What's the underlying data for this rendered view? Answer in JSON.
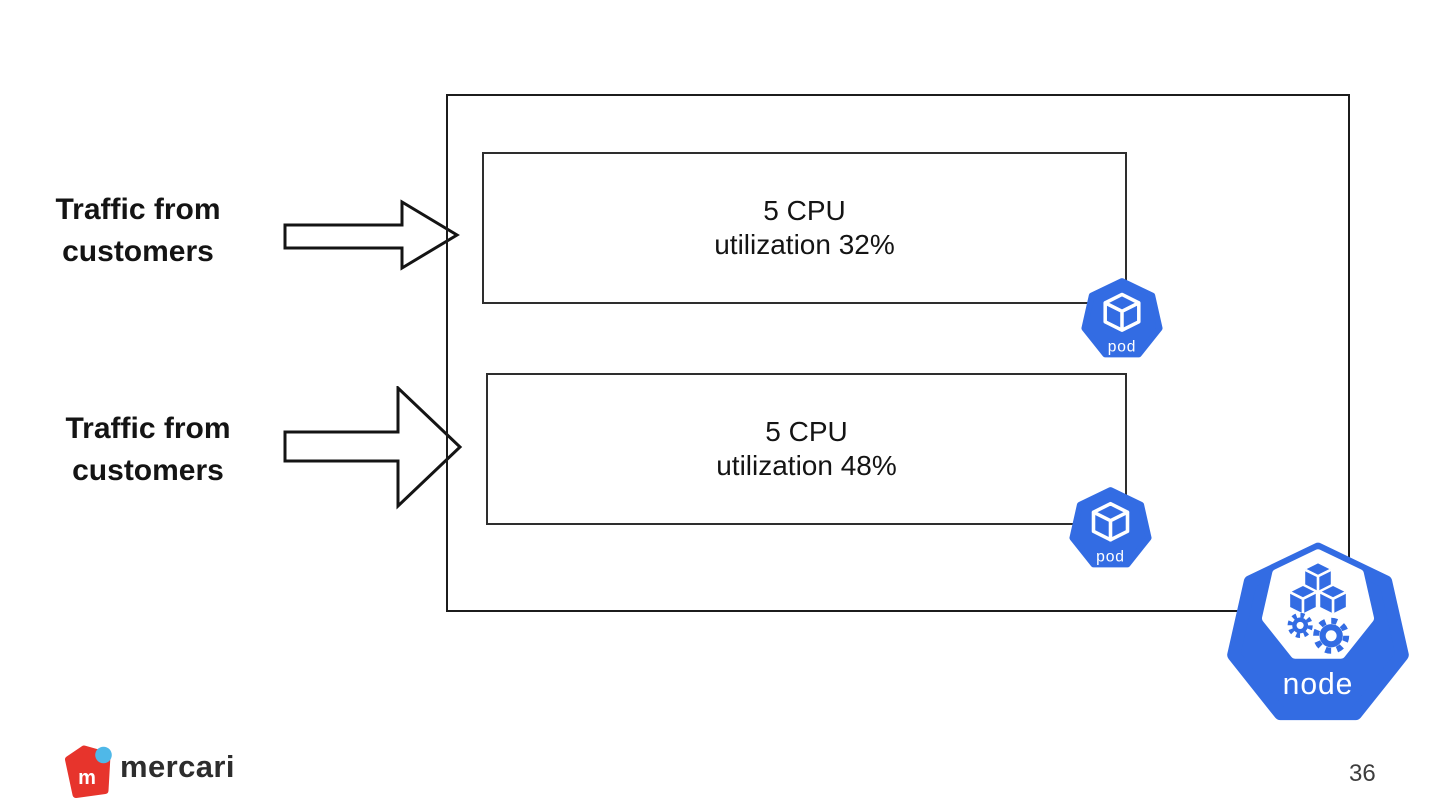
{
  "slide": {
    "page_number": "36"
  },
  "traffic": [
    {
      "line1": "Traffic from",
      "line2": "customers"
    },
    {
      "line1": "Traffic from",
      "line2": "customers"
    }
  ],
  "cluster": {
    "node_label": "node",
    "pods": [
      {
        "line1": "5 CPU",
        "line2": "utilization 32%",
        "icon_label": "pod"
      },
      {
        "line1": "5 CPU",
        "line2": "utilization 48%",
        "icon_label": "pod"
      }
    ]
  },
  "footer": {
    "brand": "mercari",
    "brand_initial": "m"
  },
  "colors": {
    "k8s_blue": "#336CE3",
    "mercari_red": "#E7342C",
    "mercari_sky": "#4FB8E8",
    "ink": "#141414",
    "line": "#1c1c1c",
    "line2": "#2e2e2e"
  }
}
